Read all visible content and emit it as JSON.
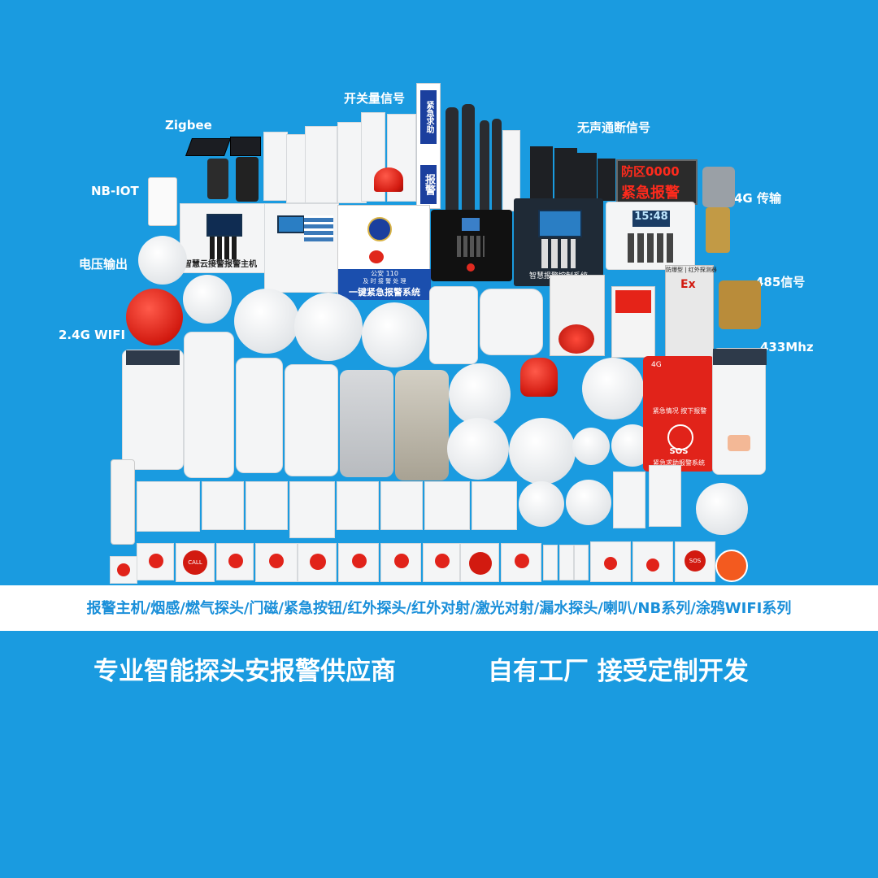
{
  "labels": {
    "zigbee": "Zigbee",
    "switch_signal": "开关量信号",
    "silent_signal": "无声通断信号",
    "nb_iot": "NB-IOT",
    "g4": "4G 传输",
    "voltage": "电压输出",
    "r485": "485信号",
    "wifi24": "2.4G WIFI",
    "mhz433": "433Mhz"
  },
  "device_text": {
    "host_name": "智慧云接警报警主机",
    "alarm_system_title": "一键紧急报警系统",
    "alarm_system_top": "公安  110",
    "alarm_system_sub": "及  时  接  警  处  理",
    "control_system": "智慧报警控制系统",
    "led_line1": "防区0000",
    "led_line2": "紧急报警",
    "pillar_text": "报警",
    "pillar_top": "紧急求助",
    "clock": "15:48",
    "ex_mark": "Ex",
    "explosion_label": "防爆型 | 红外探测器",
    "sos_label": "SOS",
    "sos_system": "紧急求助报警系统",
    "sos_note": "紧急情况 按下报警",
    "call": "CALL",
    "sos_btn": "SOS",
    "g4_mark": "4G"
  },
  "banner": {
    "text": "报警主机/烟感/燃气探头/门磁/紧急按钮/红外探头/红外对射/激光对射/漏水探头/喇叭/NB系列/涂鸦WIFI系列"
  },
  "slogans": {
    "left": "专业智能探头安报警供应商",
    "right": "自有工厂 接受定制开发"
  },
  "colors": {
    "background": "#1a9be0",
    "banner_bg": "#ffffff",
    "banner_text": "#1a8fd9",
    "alarm_red": "#d21a10",
    "panel_blue": "#2a7ec4"
  }
}
